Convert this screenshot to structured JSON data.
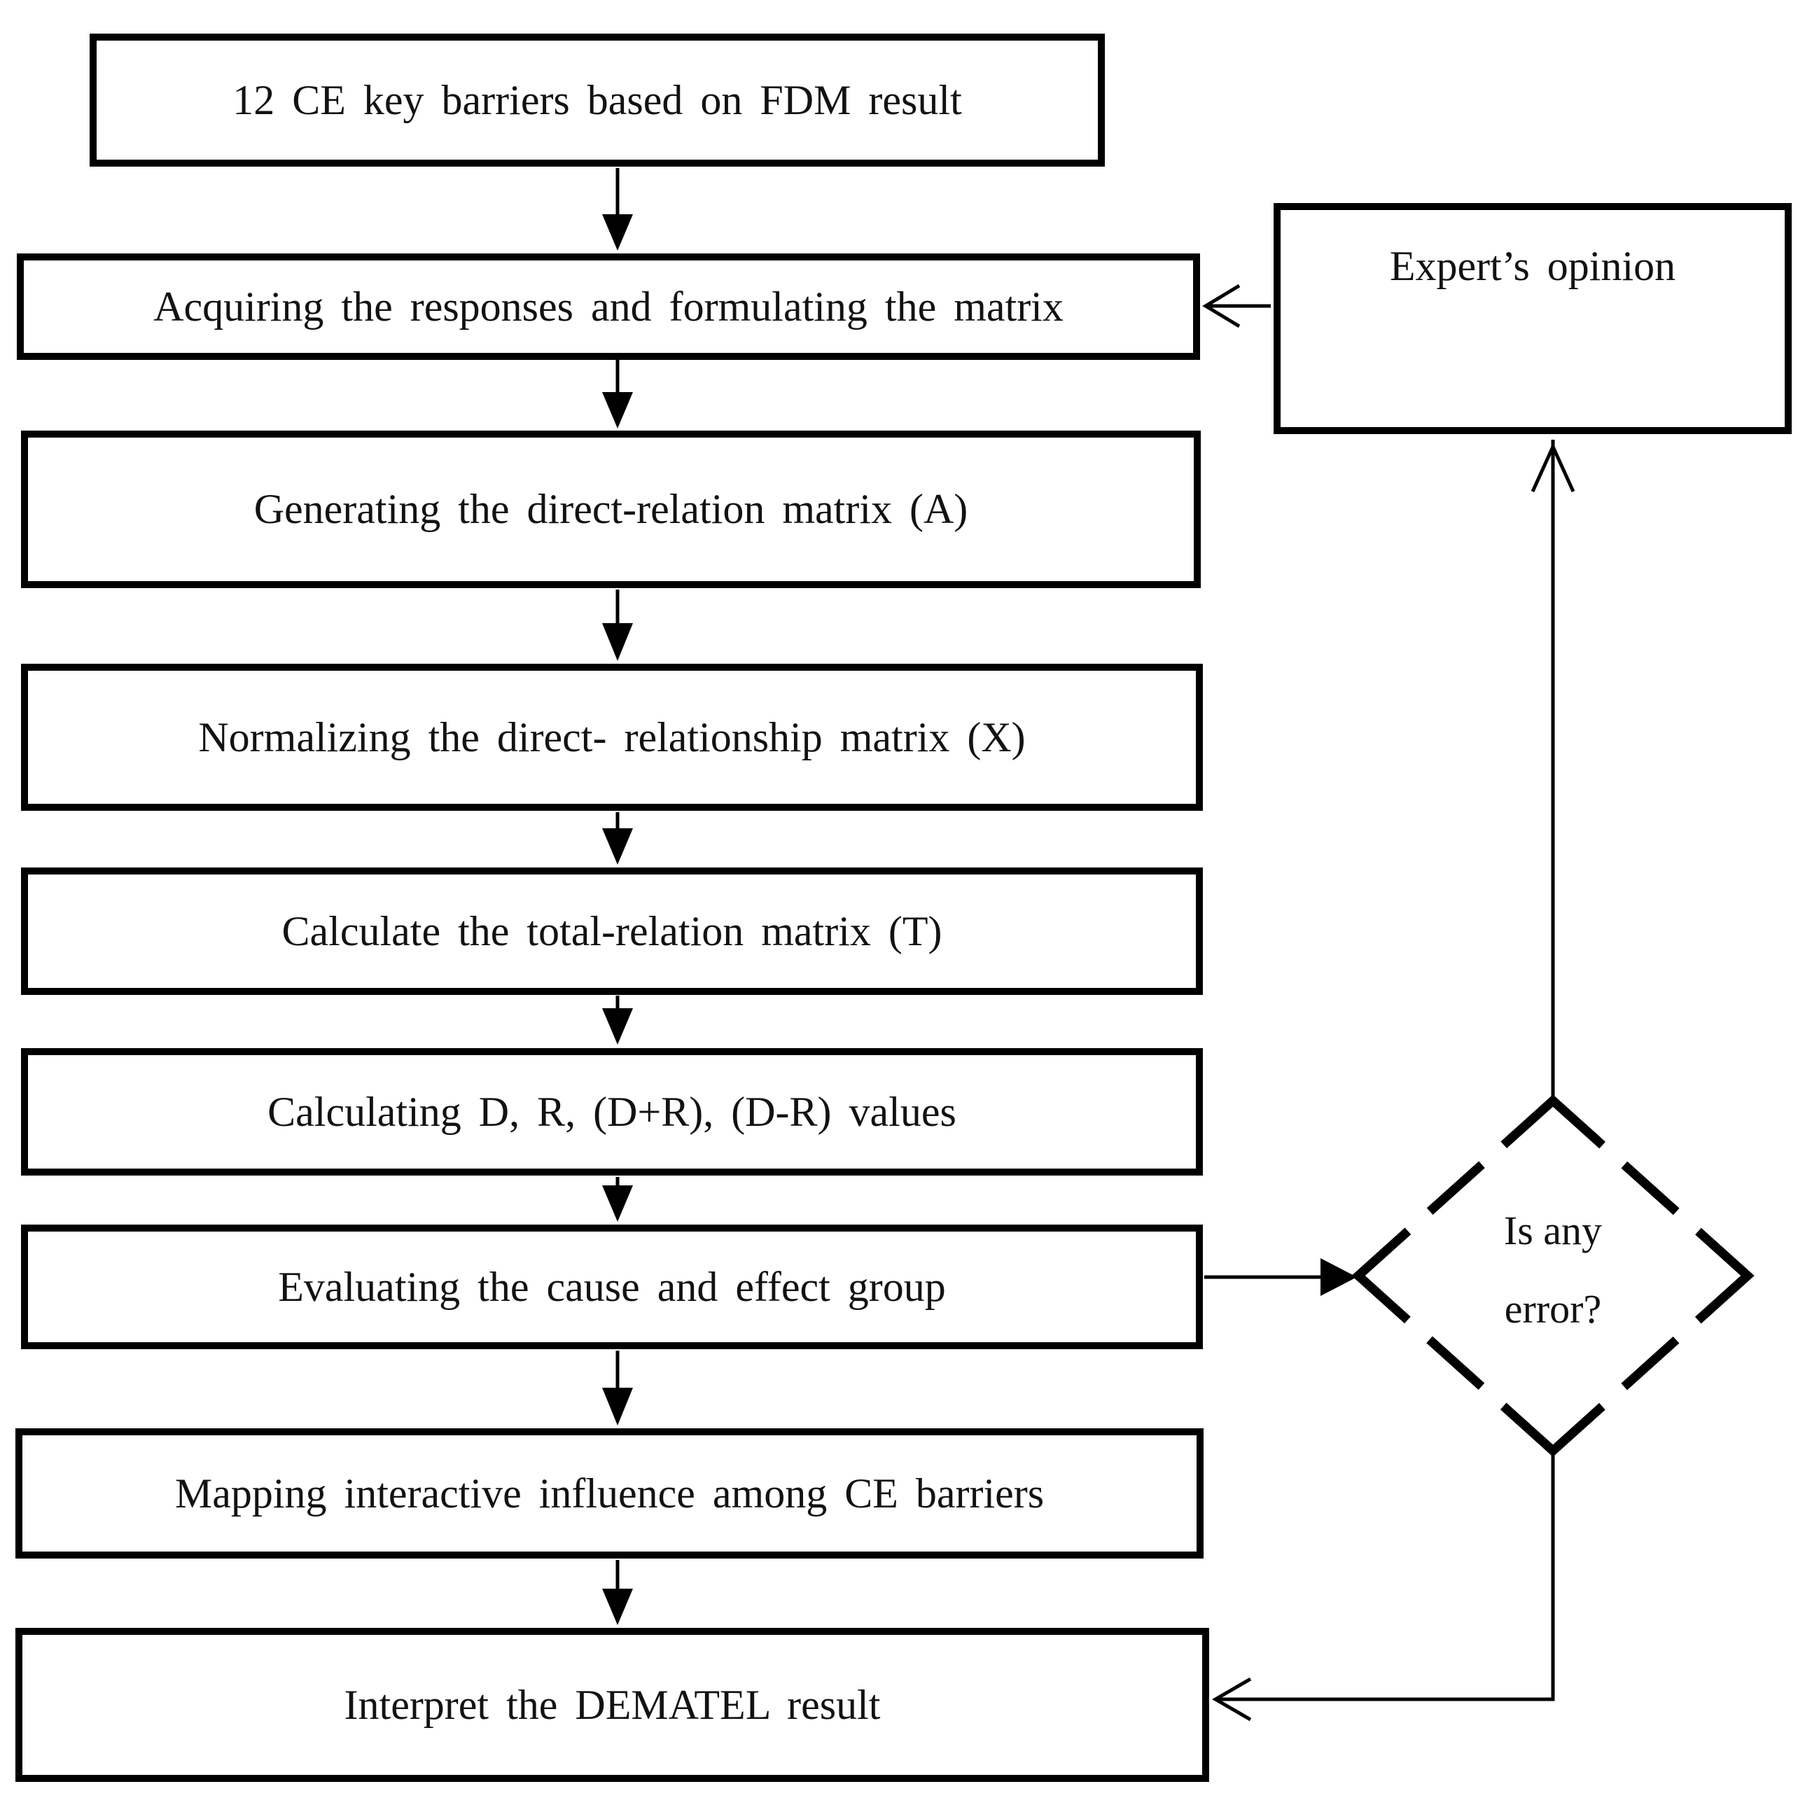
{
  "diagram": {
    "colors": {
      "stroke": "#000000",
      "background": "#ffffff",
      "text": "#121212"
    },
    "flow": {
      "steps": [
        {
          "label": "12 CE key barriers based on FDM result"
        },
        {
          "label": "Acquiring the responses and formulating the matrix"
        },
        {
          "label": "Generating the direct-relation matrix (A)"
        },
        {
          "label": "Normalizing the direct- relationship matrix (X)"
        },
        {
          "label": "Calculate the total-relation matrix (T)"
        },
        {
          "label": "Calculating D, R, (D+R), (D-R) values"
        },
        {
          "label": "Evaluating the cause and effect group"
        },
        {
          "label": "Mapping interactive influence among CE barriers"
        },
        {
          "label": "Interpret the DEMATEL result"
        }
      ]
    },
    "expert": {
      "label": "Expert’s opinion"
    },
    "decision": {
      "line1": "Is any",
      "line2": "error?"
    }
  }
}
